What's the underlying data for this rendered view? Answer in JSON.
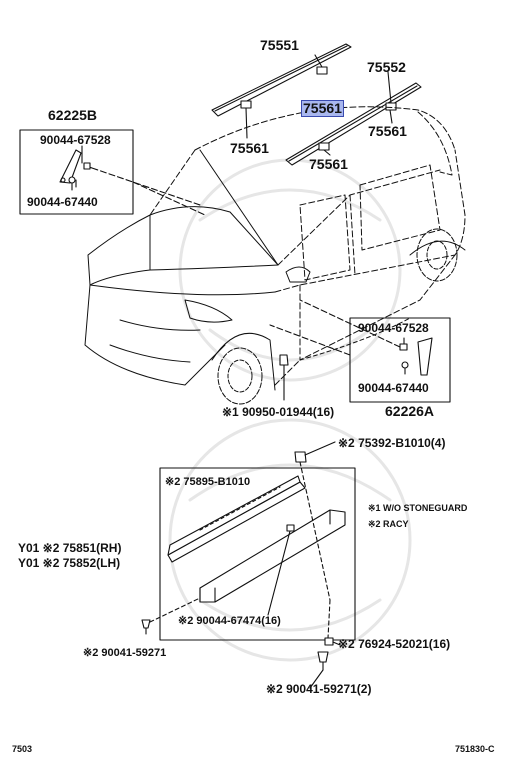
{
  "parts": {
    "p75551": "75551",
    "p75552": "75552",
    "p75561_highlight": "75561",
    "p75561_a": "75561",
    "p75561_b": "75561",
    "p75561_c": "75561",
    "p62225B": "62225B",
    "p90044_67528_left": "90044-67528",
    "p90044_67440_left": "90044-67440",
    "p90044_67528_right": "90044-67528",
    "p90044_67440_right": "90044-67440",
    "p62226A": "62226A",
    "p90950": "※1 90950-01944(16)",
    "p75392": "※2 75392-B1010(4)",
    "p75895": "※2 75895-B1010",
    "p75851": "Y01 ※2 75851(RH)",
    "p75852": "Y01 ※2 75852(LH)",
    "p90044_67474": "※2 90044-67474(16)",
    "p90041_left": "※2 90041-59271",
    "p76924": "※2 76924-52021(16)",
    "p90041_bottom": "※2 90041-59271(2)"
  },
  "notes": {
    "n1": "※1 W/O STONEGUARD",
    "n2": "※2 RACY"
  },
  "footer": {
    "left_code": "7503",
    "right_code": "751830-C"
  },
  "colors": {
    "highlight": "#a9b7ee",
    "line": "#111111"
  }
}
